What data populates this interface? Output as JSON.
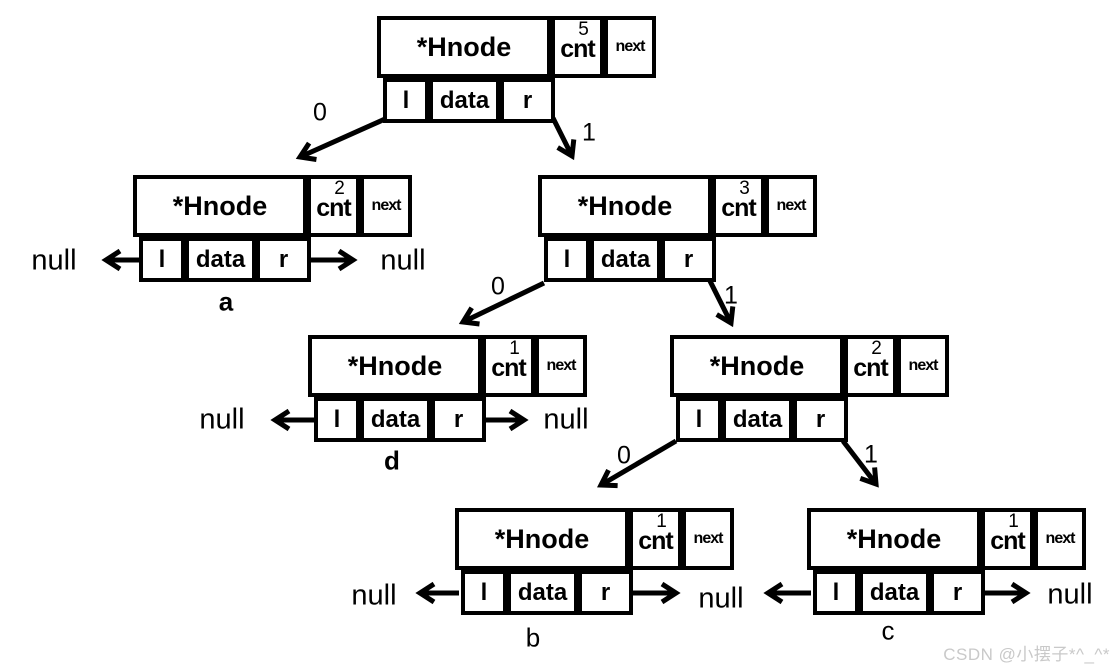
{
  "struct_labels": {
    "type": "*Hnode",
    "cnt": "cnt",
    "next": "next",
    "l": "l",
    "data": "data",
    "r": "r"
  },
  "nodes": [
    {
      "id": "root",
      "cnt": "5",
      "tag": ""
    },
    {
      "id": "a",
      "cnt": "2",
      "tag": "a"
    },
    {
      "id": "internal-3",
      "cnt": "3",
      "tag": ""
    },
    {
      "id": "d",
      "cnt": "1",
      "tag": "d"
    },
    {
      "id": "internal-2",
      "cnt": "2",
      "tag": ""
    },
    {
      "id": "b",
      "cnt": "1",
      "tag": "b"
    },
    {
      "id": "c",
      "cnt": "1",
      "tag": "c"
    }
  ],
  "edges": [
    {
      "from": "root",
      "to": "a",
      "bit": "0"
    },
    {
      "from": "root",
      "to": "internal-3",
      "bit": "1"
    },
    {
      "from": "internal-3",
      "to": "d",
      "bit": "0"
    },
    {
      "from": "internal-3",
      "to": "internal-2",
      "bit": "1"
    },
    {
      "from": "internal-2",
      "to": "b",
      "bit": "0"
    },
    {
      "from": "internal-2",
      "to": "c",
      "bit": "1"
    }
  ],
  "nulls": [
    {
      "id": "a-left",
      "text": "null"
    },
    {
      "id": "a-right",
      "text": "null"
    },
    {
      "id": "d-left",
      "text": "null"
    },
    {
      "id": "d-right",
      "text": "null"
    },
    {
      "id": "b-left",
      "text": "null"
    },
    {
      "id": "b-c-shared",
      "text": "null"
    },
    {
      "id": "c-right",
      "text": "null"
    }
  ],
  "watermark": "CSDN @小摆子*^_^*"
}
